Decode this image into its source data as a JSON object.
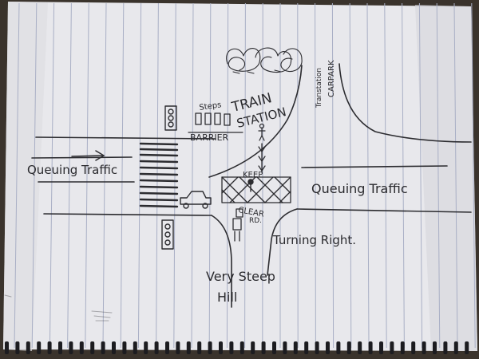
{
  "labels": {
    "train_station_line1": "TRAIN",
    "train_station_line2": "STATION",
    "steps": "Steps",
    "barrier": "BARRIER",
    "transtation_carpark_line1": "Transtation",
    "transtation_carpark_line2": "CARPARK",
    "queuing_traffic_left": "Queuing Traffic",
    "queuing_traffic_right": "Queuing Traffic",
    "keep": "KEEP",
    "clear": "CLEAR",
    "rd": "RD.",
    "turning_right": "Turning Right.",
    "very_steep": "Very Steep",
    "hill": "Hill"
  },
  "colors": {
    "paper": "#e9e9ec",
    "rule_line": "#a8aec4",
    "margin": "#bfc3d2",
    "ink": "#2c2c30",
    "background": "#3a332c"
  },
  "icons": [
    "tree-scribble",
    "traffic-light",
    "pedestrian-crossing",
    "car",
    "pedestrian-figure",
    "arrow-right",
    "arrow-down"
  ]
}
